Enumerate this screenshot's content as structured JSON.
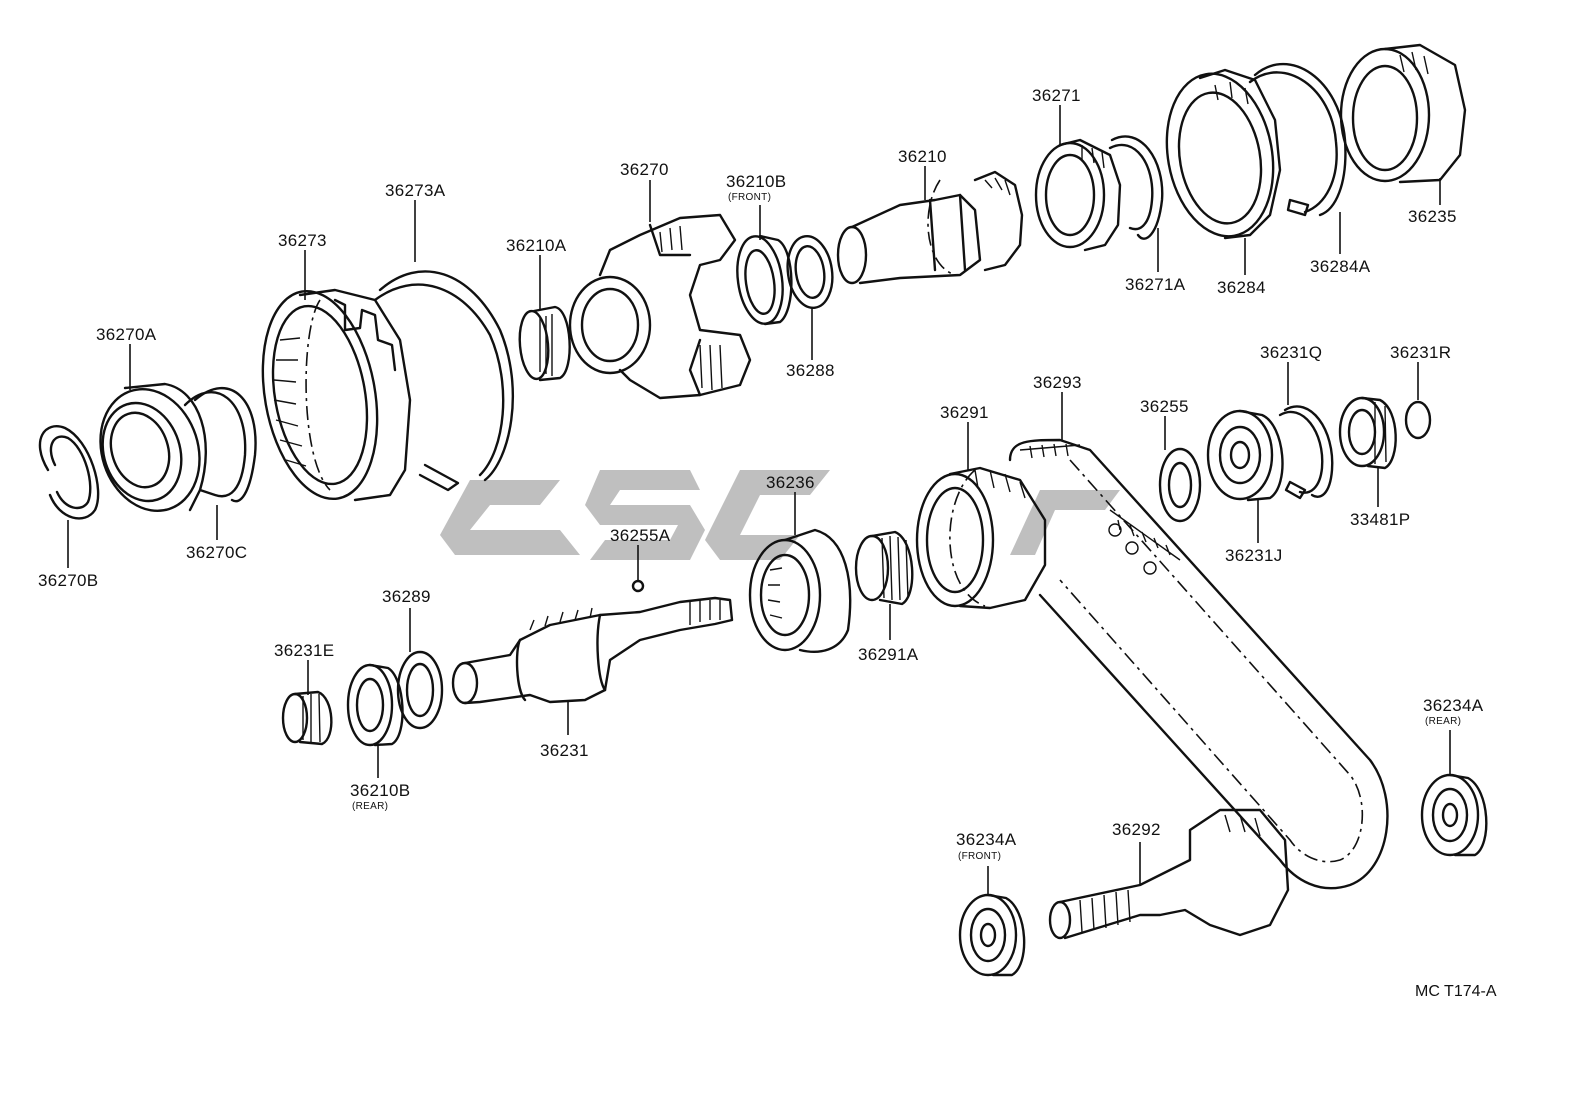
{
  "figure_ref": "MC T174-A",
  "parts": {
    "p36270B": "36270B",
    "p36270A": "36270A",
    "p36270C": "36270C",
    "p36273": "36273",
    "p36273A": "36273A",
    "p36210A": "36210A",
    "p36270": "36270",
    "p36210B_front": "36210B",
    "p36210B_front_note": "(FRONT)",
    "p36288": "36288",
    "p36210": "36210",
    "p36271": "36271",
    "p36271A": "36271A",
    "p36284": "36284",
    "p36284A": "36284A",
    "p36235": "36235",
    "p36231Q": "36231Q",
    "p36231R": "36231R",
    "p36255": "36255",
    "p36231J": "36231J",
    "p33481P": "33481P",
    "p36293": "36293",
    "p36291": "36291",
    "p36236": "36236",
    "p36291A": "36291A",
    "p36255A": "36255A",
    "p36289": "36289",
    "p36231E": "36231E",
    "p36231": "36231",
    "p36210B_rear": "36210B",
    "p36210B_rear_note": "(REAR)",
    "p36234A_rear": "36234A",
    "p36234A_rear_note": "(REAR)",
    "p36234A_front": "36234A",
    "p36234A_front_note": "(FRONT)",
    "p36292": "36292"
  }
}
